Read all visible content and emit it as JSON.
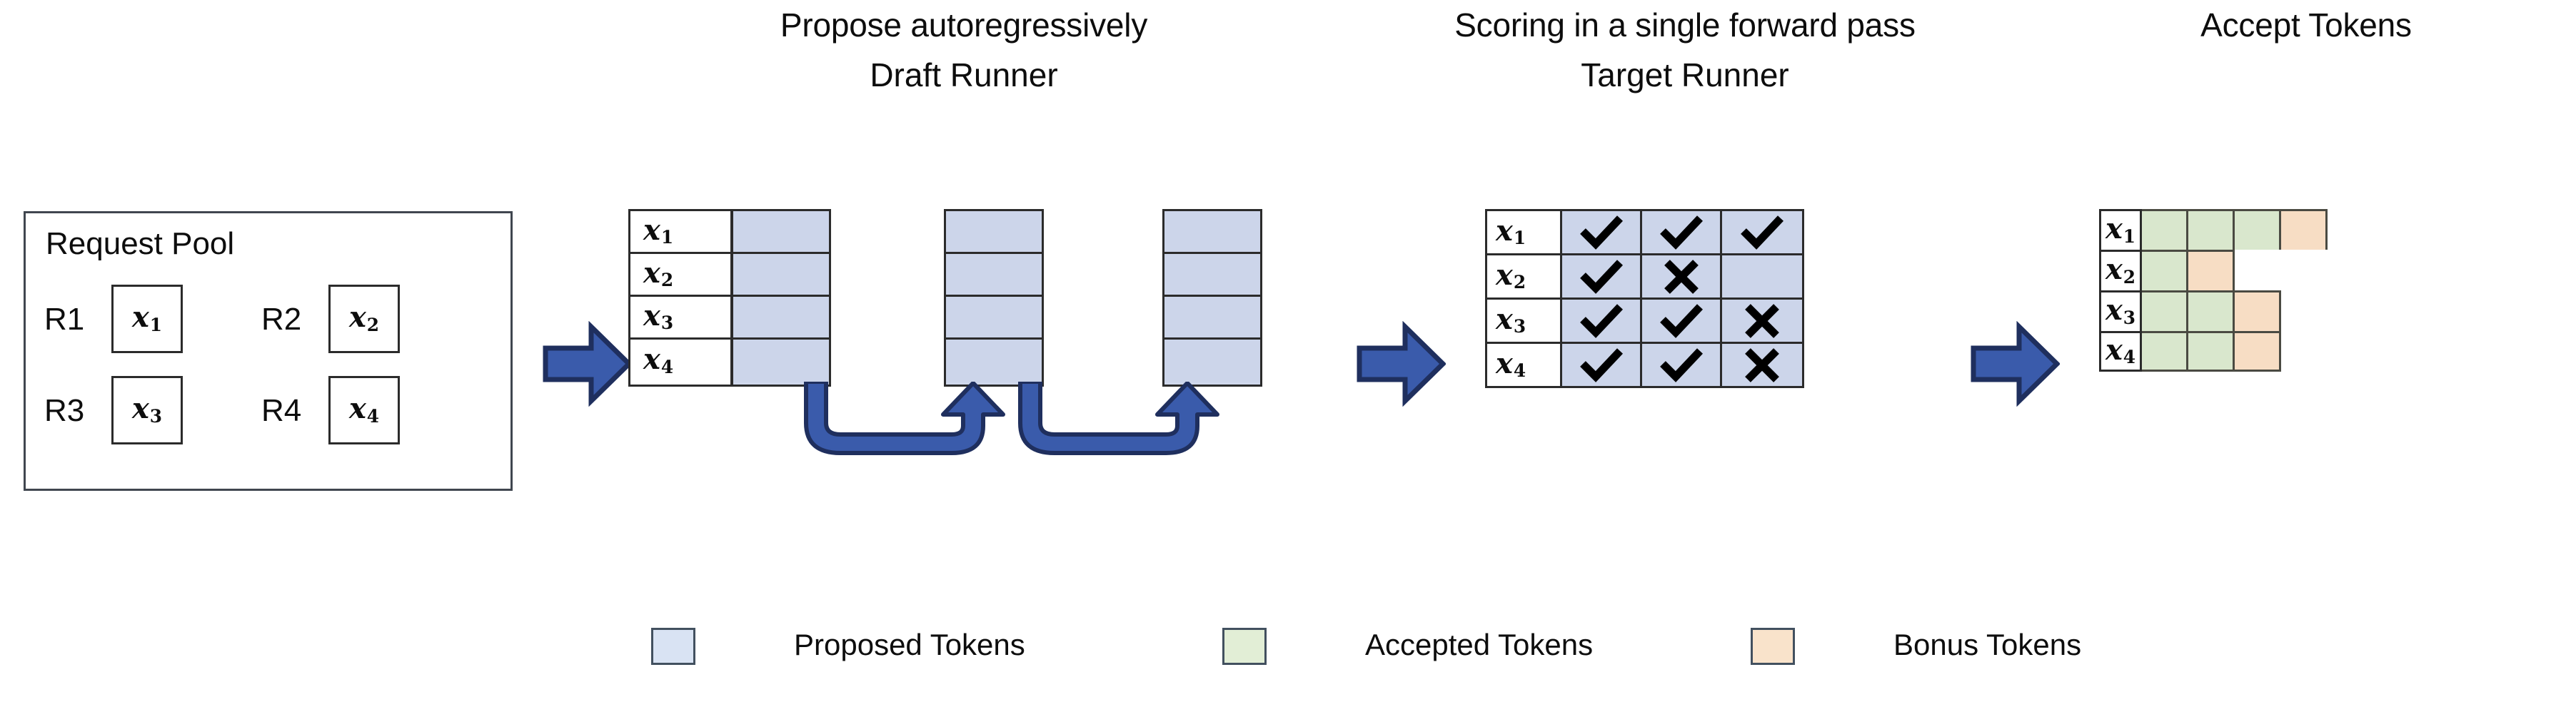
{
  "titles": {
    "propose": "Propose autoregressively",
    "draft_runner": "Draft Runner",
    "scoring": "Scoring in a single forward pass",
    "target_runner": "Target Runner",
    "accept": "Accept Tokens"
  },
  "request_pool": {
    "title": "Request Pool",
    "requests": [
      {
        "label": "R1",
        "token": "x",
        "index": "1"
      },
      {
        "label": "R2",
        "token": "x",
        "index": "2"
      },
      {
        "label": "R3",
        "token": "x",
        "index": "3"
      },
      {
        "label": "R4",
        "token": "x",
        "index": "4"
      }
    ]
  },
  "draft_runner": {
    "row_labels": [
      {
        "token": "x",
        "index": "1"
      },
      {
        "token": "x",
        "index": "2"
      },
      {
        "token": "x",
        "index": "3"
      },
      {
        "token": "x",
        "index": "4"
      }
    ],
    "step_count": 3,
    "rows_per_step": 4,
    "cell_state": "proposed"
  },
  "target_runner": {
    "row_labels": [
      {
        "token": "x",
        "index": "1"
      },
      {
        "token": "x",
        "index": "2"
      },
      {
        "token": "x",
        "index": "3"
      },
      {
        "token": "x",
        "index": "4"
      }
    ],
    "scores": [
      [
        "check",
        "check",
        "check"
      ],
      [
        "check",
        "cross",
        "none"
      ],
      [
        "check",
        "check",
        "cross"
      ],
      [
        "check",
        "check",
        "cross"
      ]
    ]
  },
  "accept_tokens": {
    "row_labels": [
      {
        "token": "x",
        "index": "1"
      },
      {
        "token": "x",
        "index": "2"
      },
      {
        "token": "x",
        "index": "3"
      },
      {
        "token": "x",
        "index": "4"
      }
    ],
    "rows": [
      [
        "accepted",
        "accepted",
        "accepted",
        "bonus"
      ],
      [
        "accepted",
        "bonus"
      ],
      [
        "accepted",
        "accepted",
        "bonus"
      ],
      [
        "accepted",
        "accepted",
        "bonus"
      ]
    ]
  },
  "legend": [
    {
      "label": "Proposed Tokens",
      "color": "#d9e3f3",
      "key": "proposed"
    },
    {
      "label": "Accepted Tokens",
      "color": "#e2eed6",
      "key": "accepted"
    },
    {
      "label": "Bonus Tokens",
      "color": "#f9e3cb",
      "key": "bonus"
    }
  ],
  "colors": {
    "proposed": "#ccd5ea",
    "accepted": "#d9e7cd",
    "bonus": "#f7ddc4",
    "arrow_fill": "#3a5bab",
    "arrow_stroke": "#1f2f5e",
    "outline": "#2b2b2b",
    "background": "#ffffff"
  },
  "icons": {
    "check": "check-icon",
    "cross": "cross-icon",
    "right_arrow": "right-block-arrow-icon",
    "loop_arrow": "loop-back-arrow-icon"
  }
}
